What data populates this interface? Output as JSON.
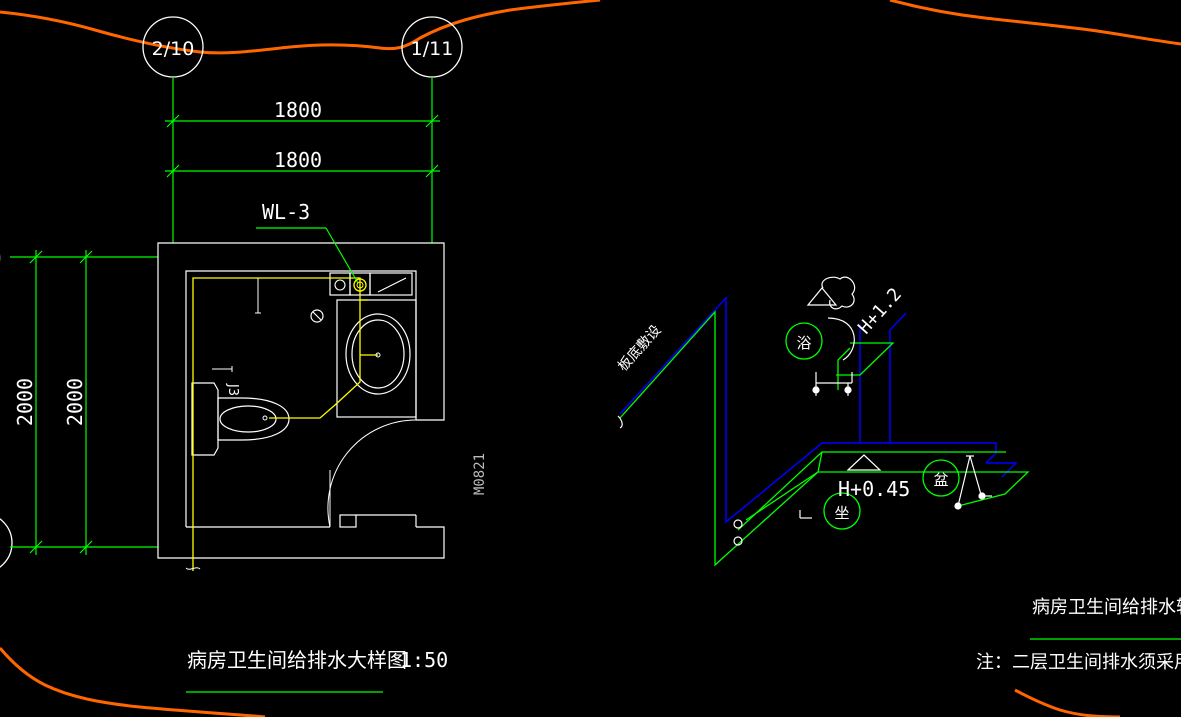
{
  "drawing": {
    "background": "#000000",
    "colors": {
      "dimension": "#00ff00",
      "wall": "#ffffff",
      "water_supply": "#ffff00",
      "drain_pipe": "#0000ff",
      "revision_cloud": "#ff6600",
      "annotation": "#ffffff"
    },
    "grid_bubbles": [
      "2/10",
      "1/11"
    ],
    "plan": {
      "dim_width_top": "1800",
      "dim_width_bottom": "1800",
      "dim_height_outer": "2000",
      "dim_height_inner": "2000",
      "riser_label": "WL-3",
      "toilet_tag": "J3",
      "door_label": "M0821",
      "title": "病房卫生间给排水大样图",
      "scale": "1:50"
    },
    "isometric": {
      "slab_note": "板底敷设",
      "shower_height": "H+1.2",
      "faucet_height": "H+0.45",
      "fixture_shower": "浴",
      "fixture_basin": "盆",
      "fixture_toilet": "坐",
      "title": "病房卫生间给排水轴",
      "note": "注：二层卫生间排水须采用"
    }
  }
}
